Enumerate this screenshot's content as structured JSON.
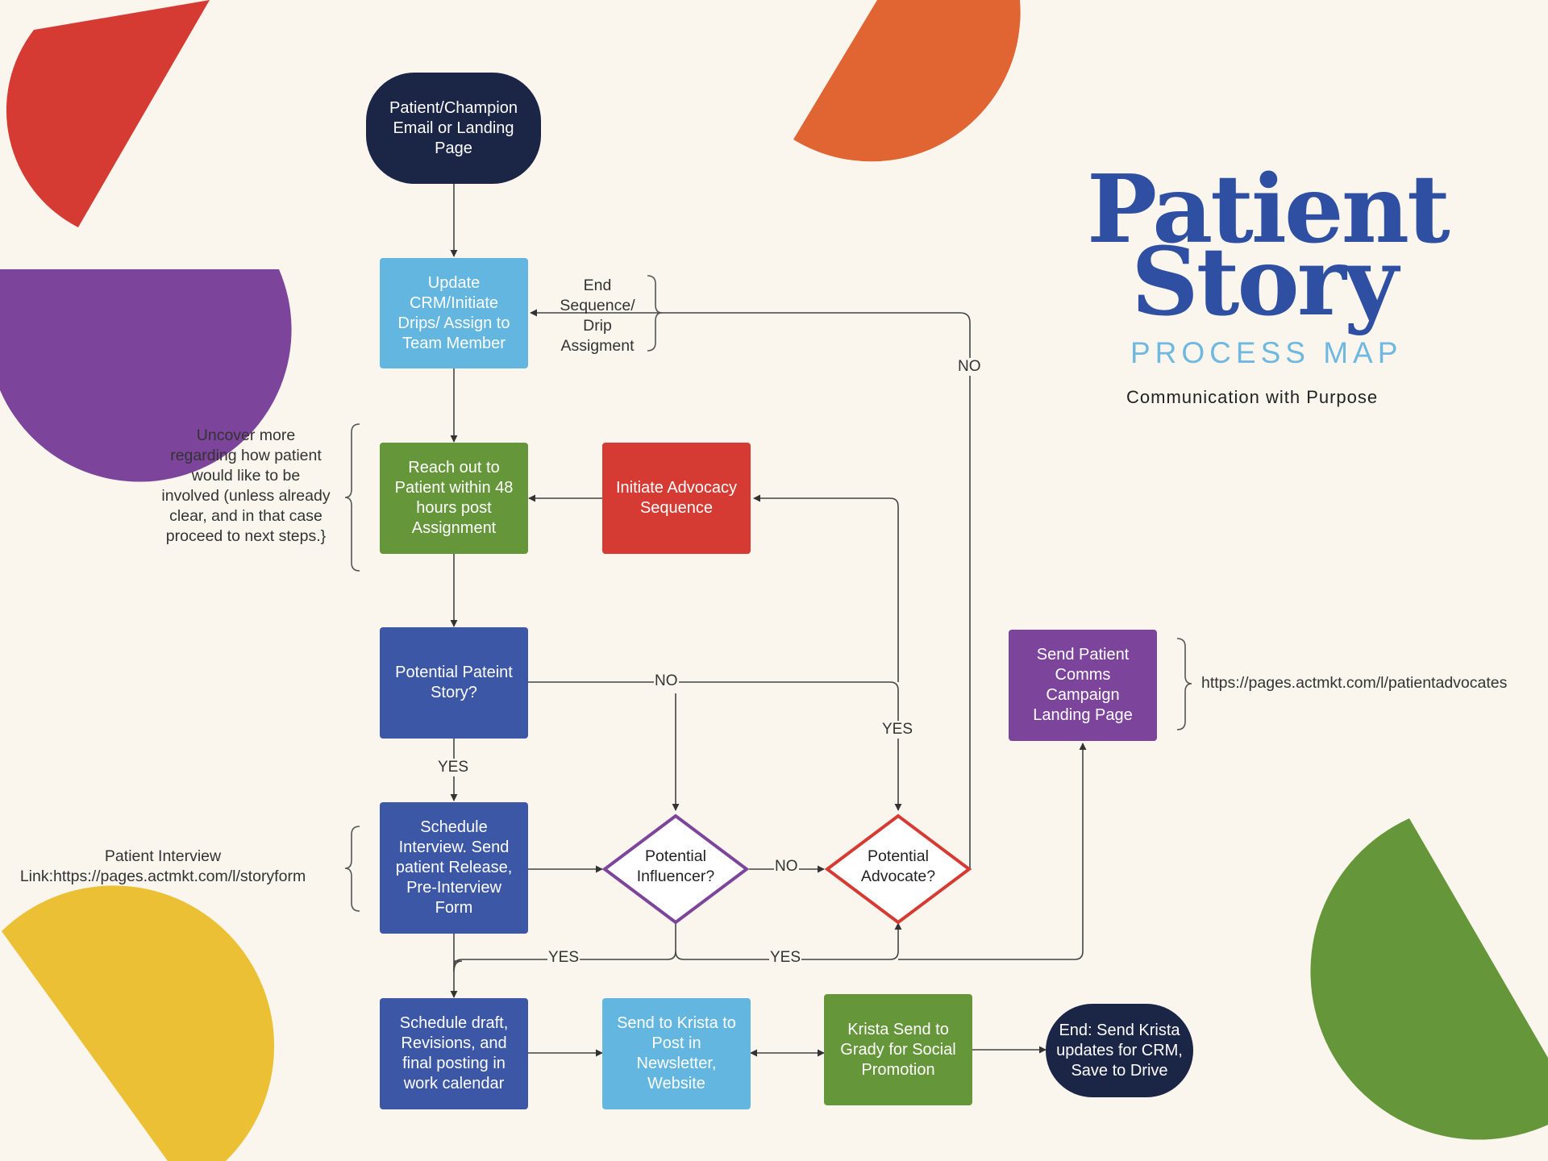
{
  "title": {
    "line1": "Patient",
    "line2": "Story",
    "line3": "PROCESS MAP",
    "tagline": "Communication with Purpose"
  },
  "colors": {
    "navy": "#1b2546",
    "sky": "#63b6df",
    "green": "#66963a",
    "red": "#d63b33",
    "blue": "#3c57a6",
    "purple": "#7c449a",
    "title_blue": "#2f4fa2",
    "accent_light_blue": "#6fb8df"
  },
  "nodes": {
    "start": "Patient/Champion Email or Landing Page",
    "update_crm": "Update CRM/Initiate Drips/ Assign to Team Member",
    "reach_out": "Reach out to Patient within 48 hours post Assignment",
    "initiate_advocacy": "Initiate Advocacy Sequence",
    "potential_story": "Potential Pateint Story?",
    "schedule_interview": "Schedule Interview. Send patient Release, Pre-Interview Form",
    "potential_influencer": "Potential Influencer?",
    "potential_advocate": "Potential Advocate?",
    "send_comms": "Send Patient Comms Campaign Landing Page",
    "schedule_draft": "Schedule draft, Revisions, and final posting in work calendar",
    "send_krista": "Send to Krista to Post in Newsletter, Website",
    "krista_grady": "Krista Send to Grady for Social Promotion",
    "end": "End: Send Krista updates for CRM, Save to Drive"
  },
  "notes": {
    "end_sequence": "End Sequence/ Drip Assigment",
    "uncover": "Uncover more regarding how patient would like to be involved (unless already clear, and in that case proceed to next steps.}",
    "interview_link": "Patient Interview Link:https://pages.actmkt.com/l/storyform",
    "advocates_link": "https://pages.actmkt.com/l/patientadvocates"
  },
  "edge_labels": {
    "no_story": "NO",
    "yes_story": "YES",
    "yes_advocacy": "YES",
    "no_crm": "NO",
    "no_influencer": "NO",
    "yes_influencer": "YES",
    "yes_advocate": "YES"
  }
}
